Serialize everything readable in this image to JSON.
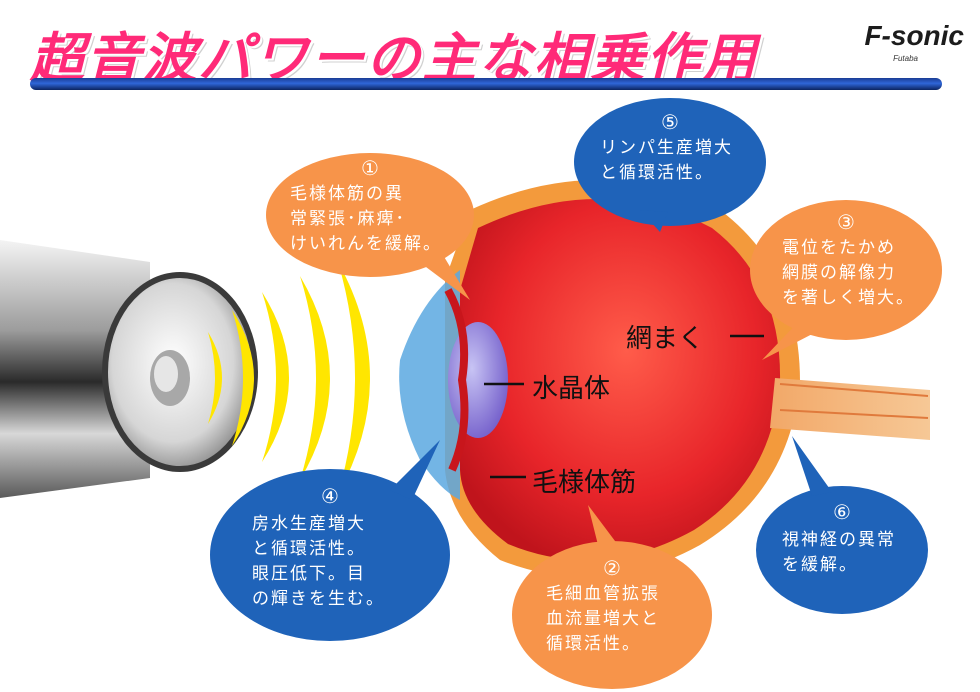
{
  "title": "超音波パワーの主な相乗作用",
  "logo": {
    "brand": "F-sonic",
    "tagline": "Futaba"
  },
  "colors": {
    "title": "#ff2a78",
    "orange_bubble": "#f7944a",
    "blue_bubble": "#1f63b9",
    "title_bar": "#1a3c94"
  },
  "labels": {
    "retina": "網まく",
    "lens": "水晶体",
    "ciliary": "毛様体筋"
  },
  "bubbles": [
    {
      "num": "①",
      "lines": [
        "毛様体筋の異",
        "常緊張･麻痺･",
        "けいれんを緩解。"
      ]
    },
    {
      "num": "②",
      "lines": [
        "毛細血管拡張",
        "血流量増大と",
        "循環活性。"
      ]
    },
    {
      "num": "③",
      "lines": [
        "電位をたかめ",
        "網膜の解像力",
        "を著しく増大。"
      ]
    },
    {
      "num": "④",
      "lines": [
        "房水生産増大",
        "と循環活性。",
        "眼圧低下。目",
        "の輝きを生む。"
      ]
    },
    {
      "num": "⑤",
      "lines": [
        "リンパ生産増大",
        "と循環活性。"
      ]
    },
    {
      "num": "⑥",
      "lines": [
        "視神経の異常",
        "を緩解。"
      ]
    }
  ]
}
